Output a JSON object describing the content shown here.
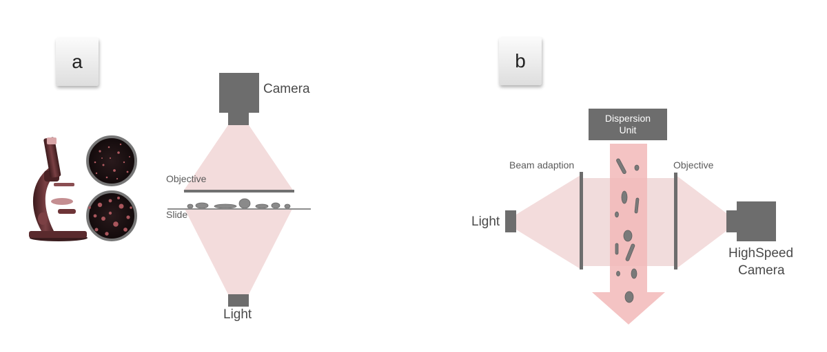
{
  "colors": {
    "gray": "#6d6d6d",
    "beam": "#f3dcdc",
    "arrow": "#f2b9b9",
    "particle": "#777777"
  },
  "panel_a": {
    "badge": "a",
    "camera_label": "Camera",
    "objective_label": "Objective",
    "slide_label": "Slide",
    "light_label": "Light"
  },
  "panel_b": {
    "badge": "b",
    "dispersion_unit": [
      "Dispersion",
      "Unit"
    ],
    "beam_adaption_label": "Beam adaption",
    "objective_label": "Objective",
    "light_label": "Light",
    "camera_label": [
      "HighSpeed",
      "Camera"
    ]
  },
  "icons": [
    "microscope-icon",
    "particle-sample-icon"
  ]
}
